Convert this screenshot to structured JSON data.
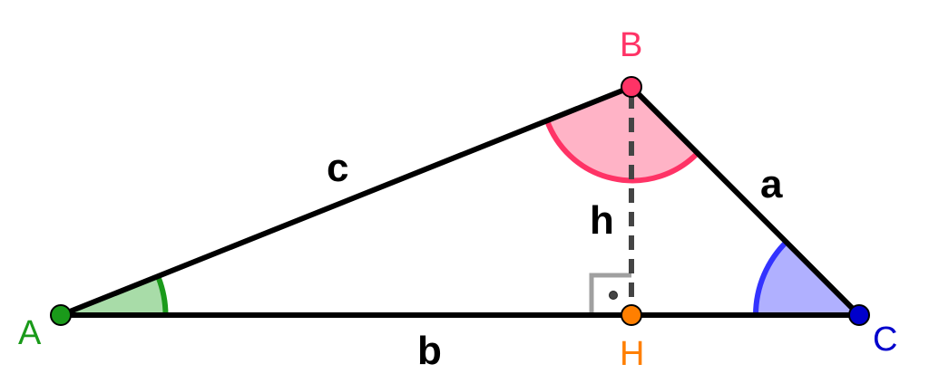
{
  "vertices": {
    "A": {
      "label": "A",
      "color": "#1a9a1a"
    },
    "B": {
      "label": "B",
      "color": "#ff3366"
    },
    "C": {
      "label": "C",
      "color": "#0000cc"
    },
    "H": {
      "label": "H",
      "color": "#ff7f00"
    }
  },
  "sides": {
    "a": "a",
    "b": "b",
    "c": "c",
    "h": "h"
  },
  "angle_fills": {
    "A": {
      "fill": "#a8dca8",
      "stroke": "#1a9a1a"
    },
    "B": {
      "fill": "#ffb3c6",
      "stroke": "#ff3366"
    },
    "C": {
      "fill": "#b0b0ff",
      "stroke": "#3333ff"
    }
  },
  "right_angle_color": "#a0a0a0",
  "edge_color": "#000000",
  "altitude_color": "#444444"
}
